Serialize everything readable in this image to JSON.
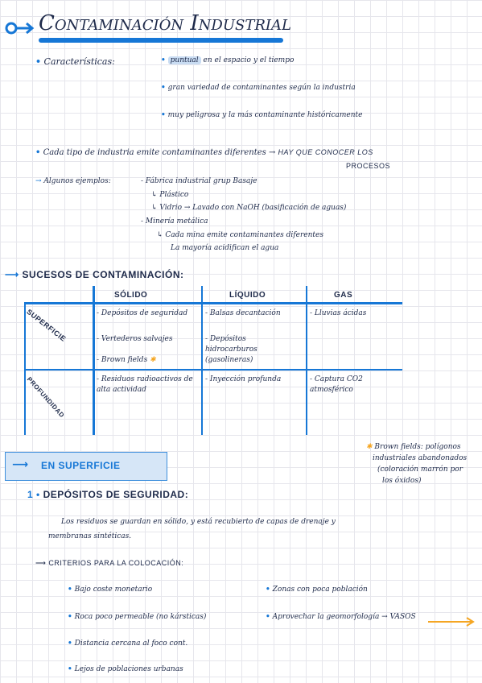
{
  "title": "Contaminación Industrial",
  "caracteristicas": {
    "label": "Características:",
    "items": [
      {
        "highlight": "puntual",
        "rest": " en el espacio y el tiempo"
      },
      {
        "highlight": "",
        "rest": "gran variedad de contaminantes según la industria"
      },
      {
        "highlight": "",
        "rest": "muy peligrosa y la más contaminante históricamente"
      }
    ]
  },
  "cada_tipo": {
    "text": "Cada tipo de industria emite contaminantes diferentes",
    "arrow_text": "HAY QUE CONOCER LOS",
    "arrow_text2": "PROCESOS"
  },
  "ejemplos": {
    "label": "Algunos ejemplos:",
    "fabrica": "Fábrica industrial grup Basaje",
    "plastico": "Plástico",
    "vidrio": "Vidrio → Lavado con NaOH (basificación de aguas)",
    "mineria": "Minería metálica",
    "cada_mina": "Cada mina emite contaminantes diferentes",
    "mayoria": "La mayoría acidifican el agua"
  },
  "sucesos": {
    "heading": "SUCESOS DE CONTAMINACIÓN:",
    "columns": [
      "SÓLIDO",
      "LÍQUIDO",
      "GAS"
    ],
    "row_superficie_label": "SUPERFICIE",
    "row_profundidad_label": "PROFUNDIDAD",
    "superficie": {
      "solido": [
        "- Depósitos de seguridad",
        "- Vertederos salvajes",
        "- Brown fields"
      ],
      "liquido": [
        "- Balsas decantación",
        "- Depósitos hidrocarburos (gasolineras)"
      ],
      "gas": [
        "- Lluvias ácidas"
      ]
    },
    "profundidad": {
      "solido": [
        "- Residuos radioactivos de alta actividad"
      ],
      "liquido": [
        "- Inyección profunda"
      ],
      "gas": [
        "- Captura CO2 atmosférico"
      ]
    },
    "star": "✱"
  },
  "brown_fields_note": {
    "star": "✱",
    "line1": "Brown fields: polígonos",
    "line2": "industriales abandonados",
    "line3": "(coloración marrón por",
    "line4": "los óxidos)"
  },
  "en_superficie": "EN SUPERFICIE",
  "depositos": {
    "number": "1",
    "heading": "DEPÓSITOS DE SEGURIDAD:",
    "text1": "Los residuos se guardan en sólido, y está recubierto de capas de drenaje y",
    "text2": "membranas sintéticas."
  },
  "criterios": {
    "heading": "CRITERIOS PARA LA COLOCACIÓN:",
    "left": [
      "Bajo coste monetario",
      "Roca poco permeable (no kársticas)",
      "Distancia cercana al foco cont.",
      "Lejos de poblaciones urbanas"
    ],
    "right": [
      "Zonas con poca población",
      "Aprovechar la geomorfología → VASOS"
    ]
  },
  "colors": {
    "accent": "#1677d6",
    "ink": "#1e2a4a",
    "orange": "#f5a623",
    "box": "#d6e6f7"
  }
}
